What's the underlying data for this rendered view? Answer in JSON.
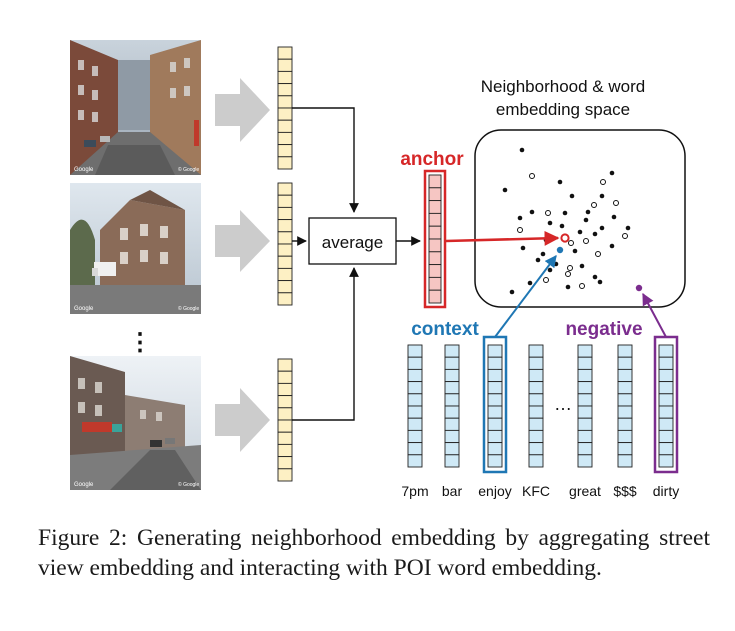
{
  "diagram": {
    "space_title_line1": "Neighborhood & word",
    "space_title_line2": "embedding space",
    "average_label": "average",
    "anchor_label": "anchor",
    "context_label": "context",
    "negative_label": "negative",
    "ellipsis_vertical": "⋮",
    "ellipsis_horizontal": "…",
    "photo_watermark_left": "Google",
    "photo_watermark_right": "© Google",
    "words": [
      "7pm",
      "bar",
      "enjoy",
      "KFC",
      "great",
      "$$$",
      "dirty"
    ],
    "colors": {
      "anchor": "#d62728",
      "context": "#1f77b4",
      "negative": "#7b2d8e",
      "street_vector_fill": "#fdf0c4",
      "anchor_vector_fill": "#f6c6c3",
      "word_vector_fill": "#cfe9f6",
      "big_arrow": "#cccccc"
    }
  },
  "caption": {
    "text": "Figure 2: Generating neighborhood embedding by aggregating street view embedding and interacting with POI word embedding."
  }
}
